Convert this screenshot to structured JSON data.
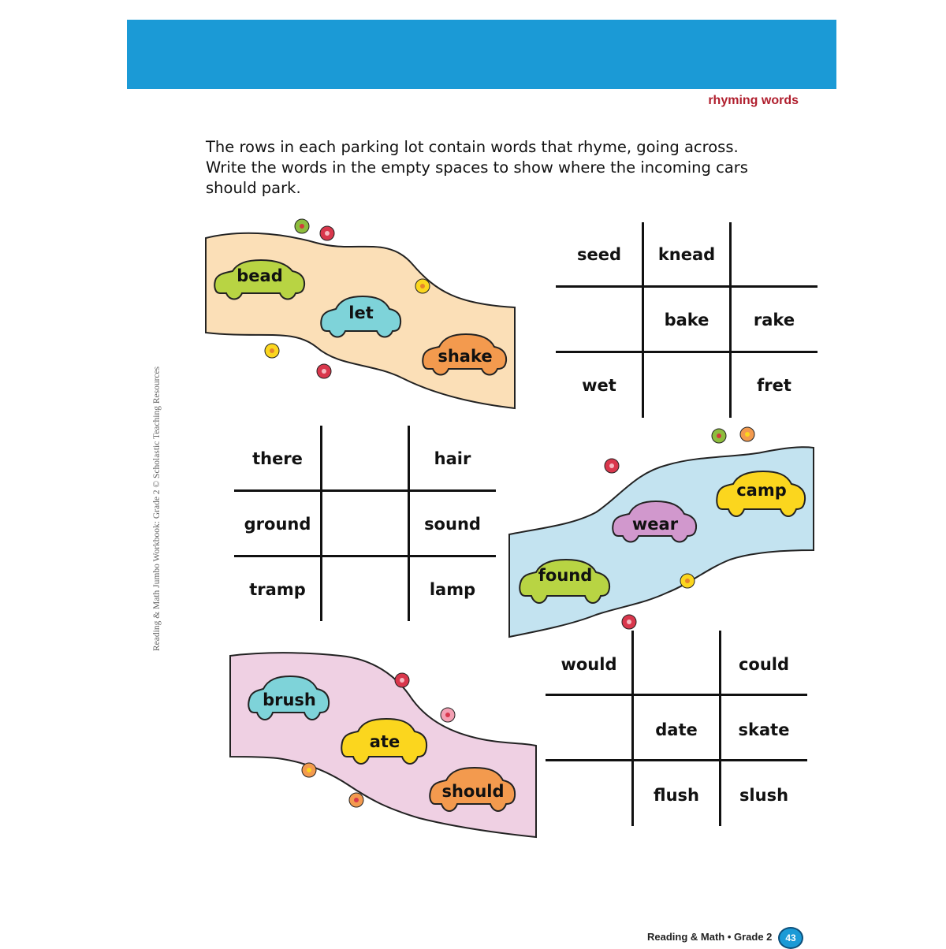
{
  "topic": "rhyming words",
  "instructions": {
    "line1": "The rows in each parking lot contain words that rhyme, going across.",
    "line2": "Write the words in the empty spaces to show where the incoming cars",
    "line3": "should park."
  },
  "side_credit": "Reading & Math Jumbo Workbook: Grade 2 © Scholastic Teaching Resources",
  "footer": {
    "text": "Reading & Math • Grade 2",
    "page_number": "43"
  },
  "colors": {
    "header_band": "#1b9ad6",
    "topic": "#b01f2e",
    "lot_peach": "#fbdfb7",
    "lot_blue": "#c3e3f0",
    "lot_pink": "#efd0e3",
    "car_green": "#b8d443",
    "car_teal": "#7ed3d9",
    "car_orange": "#f39a4e",
    "car_yellow": "#fbd61e",
    "car_purple": "#d198cd"
  },
  "cars": [
    {
      "word": "bead",
      "color": "#b8d443"
    },
    {
      "word": "let",
      "color": "#7ed3d9"
    },
    {
      "word": "shake",
      "color": "#f39a4e"
    },
    {
      "word": "camp",
      "color": "#fbd61e"
    },
    {
      "word": "wear",
      "color": "#d198cd"
    },
    {
      "word": "found",
      "color": "#b8d443"
    },
    {
      "word": "brush",
      "color": "#7ed3d9"
    },
    {
      "word": "ate",
      "color": "#fbd61e"
    },
    {
      "word": "should",
      "color": "#f39a4e"
    }
  ],
  "grids": [
    {
      "rows": [
        [
          "seed",
          "knead",
          ""
        ],
        [
          "",
          "bake",
          "rake"
        ],
        [
          "wet",
          "",
          "fret"
        ]
      ]
    },
    {
      "rows": [
        [
          "there",
          "",
          "hair"
        ],
        [
          "ground",
          "",
          "sound"
        ],
        [
          "tramp",
          "",
          "lamp"
        ]
      ]
    },
    {
      "rows": [
        [
          "would",
          "",
          "could"
        ],
        [
          "",
          "date",
          "skate"
        ],
        [
          "",
          "flush",
          "slush"
        ]
      ]
    }
  ]
}
